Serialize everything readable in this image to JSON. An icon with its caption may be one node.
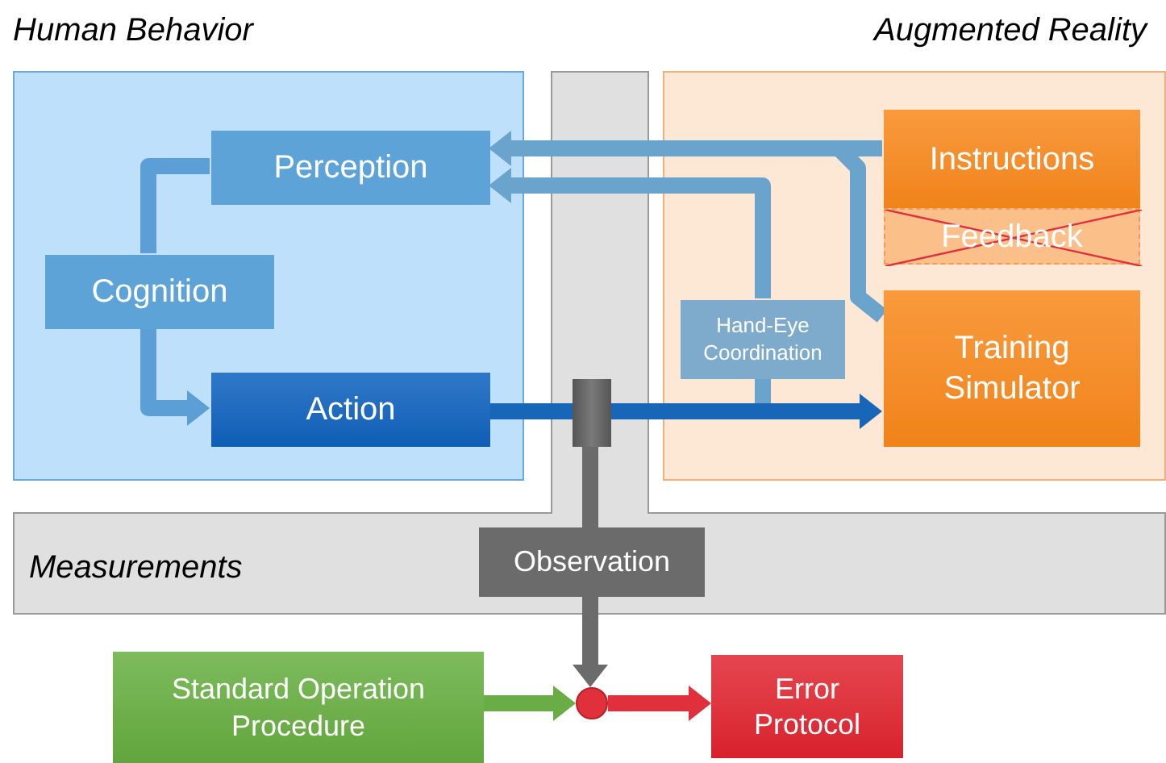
{
  "diagram": {
    "nodes": [
      {
        "text": [
          "Human Behavior"
        ]
      },
      {
        "text": [
          "Perception"
        ],
        "in": 0
      },
      {
        "text": [
          "Cognition"
        ],
        "in": 0
      },
      {
        "text": [
          "Action"
        ],
        "in": 0
      },
      {
        "text": [
          "Augmented Reality"
        ]
      },
      {
        "text": [
          "Instructions"
        ],
        "in": 4
      },
      {
        "text": [
          "Feedback"
        ],
        "in": 4
      },
      {
        "text": [
          "Training Simulator"
        ],
        "in": 4
      },
      {
        "text": [
          "Hand-Eye Coordination"
        ],
        "in": 4
      },
      {
        "text": [
          "Measurements"
        ]
      },
      {
        "text": [],
        "shape": "box",
        "in": 9
      },
      {
        "text": [
          "Observation"
        ],
        "in": 9
      },
      {
        "text": [
          "Standard Operation Procedure"
        ]
      },
      {
        "text": [],
        "shape": "circle"
      },
      {
        "text": [
          "Error Protocol"
        ]
      }
    ],
    "edges": [
      {
        "from": 1,
        "to": 2,
        "arrow": "none",
        "color": "#5b9fd6"
      },
      {
        "from": 2,
        "to": 3,
        "arrow": "to",
        "color": "#5b9fd6"
      },
      {
        "from": 3,
        "to": 10,
        "arrow": "none",
        "color": "#1766b8"
      },
      {
        "from": 10,
        "to": 7,
        "arrow": "to",
        "color": "#1766b8"
      },
      {
        "from": 5,
        "to": 1,
        "arrow": "to",
        "color": "#6aa3cc"
      },
      {
        "from": 5,
        "to": 7,
        "arrow": "none",
        "color": "#6aa3cc"
      },
      {
        "from": 8,
        "to": 1,
        "arrow": "to",
        "color": "#6aa3cc"
      },
      {
        "from": 8,
        "to": null,
        "arrow": "none",
        "color": "#6aa3cc"
      },
      {
        "from": 10,
        "to": 11,
        "arrow": "none",
        "color": "#6b6b6b"
      },
      {
        "from": 11,
        "to": 13,
        "arrow": "to",
        "color": "#6b6b6b"
      },
      {
        "from": 12,
        "to": 13,
        "arrow": "to",
        "color": "#6aac45"
      },
      {
        "from": 13,
        "to": 14,
        "arrow": "to",
        "color": "#e0303c"
      }
    ]
  }
}
